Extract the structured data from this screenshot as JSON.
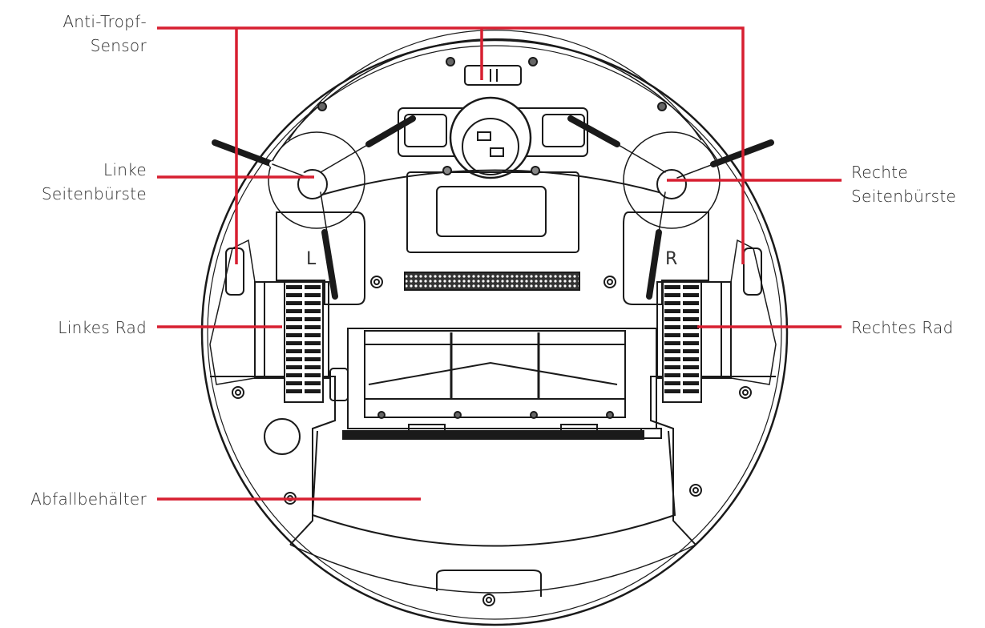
{
  "diagram": {
    "subject": "Robot vacuum cleaner, bottom view",
    "accent_color": "#d71f30",
    "line_color": "#1a1a1a",
    "embossed_marks": {
      "left": "L",
      "right": "R"
    },
    "labels": [
      {
        "id": "anti-drop-sensor",
        "lines": [
          "Anti-Tropf-",
          "Sensor"
        ],
        "side": "left"
      },
      {
        "id": "left-side-brush",
        "lines": [
          "Linke",
          "Seitenbürste"
        ],
        "side": "left"
      },
      {
        "id": "left-wheel",
        "lines": [
          "Linkes Rad"
        ],
        "side": "left"
      },
      {
        "id": "dustbin",
        "lines": [
          "Abfallbehälter"
        ],
        "side": "left"
      },
      {
        "id": "right-side-brush",
        "lines": [
          "Rechte",
          "Seitenbürste"
        ],
        "side": "right"
      },
      {
        "id": "right-wheel",
        "lines": [
          "Rechtes Rad"
        ],
        "side": "right"
      }
    ]
  }
}
